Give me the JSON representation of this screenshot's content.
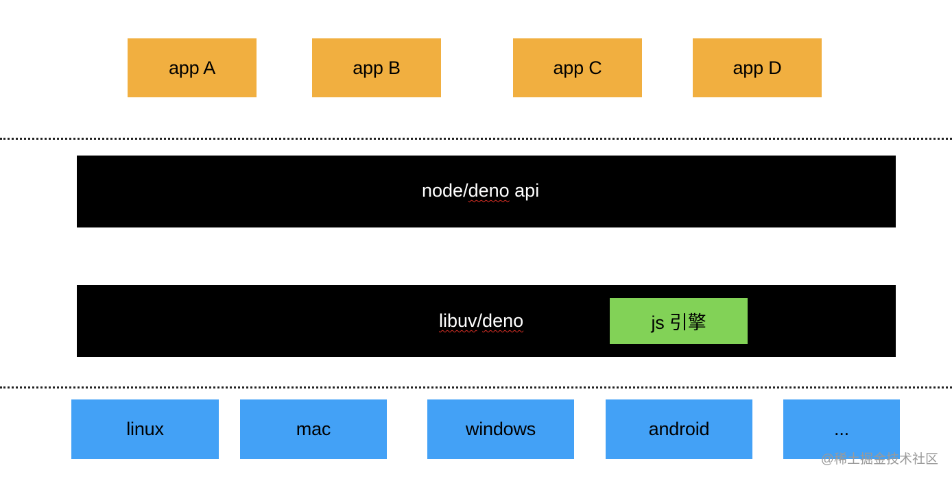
{
  "colors": {
    "app_fill": "#F1AF40",
    "layer_fill": "#000000",
    "engine_fill": "#82D257",
    "platform_fill": "#43A1F6",
    "divider": "#222222",
    "watermark": "#9A9A9A"
  },
  "apps": [
    {
      "label": "app A"
    },
    {
      "label": "app B"
    },
    {
      "label": "app C"
    },
    {
      "label": "app D"
    }
  ],
  "api_layer": {
    "prefix": "node/",
    "deno_word": "deno",
    "suffix": " api"
  },
  "runtime_layer": {
    "libuv_word": "libuv",
    "separator": "/",
    "deno_word": "deno",
    "engine": {
      "label": "js 引擎"
    }
  },
  "platforms": [
    {
      "label": "linux"
    },
    {
      "label": "mac"
    },
    {
      "label": "windows"
    },
    {
      "label": "android"
    },
    {
      "label": "..."
    }
  ],
  "watermark": {
    "text": "@稀土掘金技术社区"
  }
}
